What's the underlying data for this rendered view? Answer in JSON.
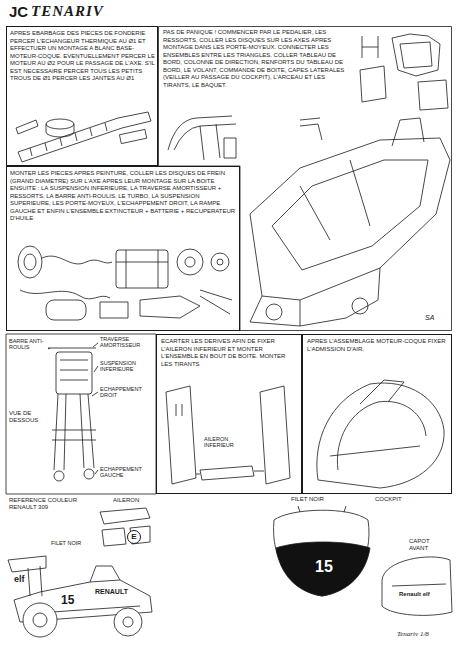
{
  "diagram": {
    "title": "TENARIV",
    "nodes": [
      {
        "text": [
          "APRES EBARBAGE DES PIECES DE FONDERIE PERCER L'ECHANGEUR THERMIQUE AU Ø1 ET EFFECTUER UN MONTAGE A BLANC BASE-MOTEUR-COQUE. EVENTUELLEMENT PERCER LE MOTEUR AU Ø2 POUR LE PASSAGE DE L'AXE. S'IL EST NECESSAIRE PERCER TOUS LES PETITS TROUS DE Ø1 PERCER LES JANTES AU Ø1"
        ]
      },
      {
        "text": [
          "PAS DE PANIQUE ! COMMENCER PAR LE PEDALIER, LES RESSORTS, COLLER LES DISQUES SUR LES AXES APRES MONTAGE DANS LES PORTE-MOYEUX. CONNECTER LES ENSEMBLES ENTRE LES TRIANGLES. COLLER TABLEAU DE BORD, COLONNE DE DIRECTION, RENFORTS DU TABLEAU DE BORD, LE VOLANT, COMMANDE DE BOITE, CAPES LATERALES (VEILLER AU PASSAGE DU COCKPIT), L'ARCEAU ET LES TIRANTS, LE BAQUET."
        ]
      },
      {
        "text": [
          "MONTER LES PIECES APRES PEINTURE, COLLER LES DISQUES DE FREIN (GRAND DIAMETRE) SUR L'AXE APRES LEUR MONTAGE SUR LA BOITE ENSUITE : LA SUSPENSION INFERIEURE, LA TRAVERSE AMORTISSEUR + RESSORTS, LA BARRE ANTI-ROULIS, LE TURBO, LA SUSPENSION SUPERIEURE, LES PORTE-MOYEUX, L'ECHAPPEMENT DROIT, LA RAMPE GAUCHE ET ENFIN L'ENSEMBLE EXTINCTEUR + BATTERIE + RECUPERATEUR D'HUILE"
        ]
      },
      {
        "text": [
          "ECARTER LES DERIVES AFIN DE FIXER L'AILERON INFERIEUR ET MONTER L'ENSEMBLE EN BOUT DE BOITE. MONTER LES TIRANTS"
        ]
      },
      {
        "text": [
          "APRES L'ASSEMBLAGE MOTEUR-COQUE FIXER L'ADMISSION D'AIR."
        ]
      },
      {
        "text": [
          "E"
        ]
      }
    ],
    "labels": [
      "JC",
      "SA",
      "BARRE ANTI-ROULIS",
      "TRAVERSE AMORTISSEUR",
      "SUSPENSION INFERIEURE",
      "ECHAPPEMENT DROIT",
      "VUE DE DESSOUS",
      "ECHAPPEMENT GAUCHE",
      "AILERON INFERIEUR",
      "REFERENCE COULEUR RENAULT 309",
      "AILERON",
      "FILET NOIR",
      "COCKPIT",
      "FILET NOIR",
      "CAPOT AVANT",
      "elf",
      "15",
      "RENAULT",
      "15",
      "Renault elf",
      "Tenariv 1/8"
    ]
  }
}
